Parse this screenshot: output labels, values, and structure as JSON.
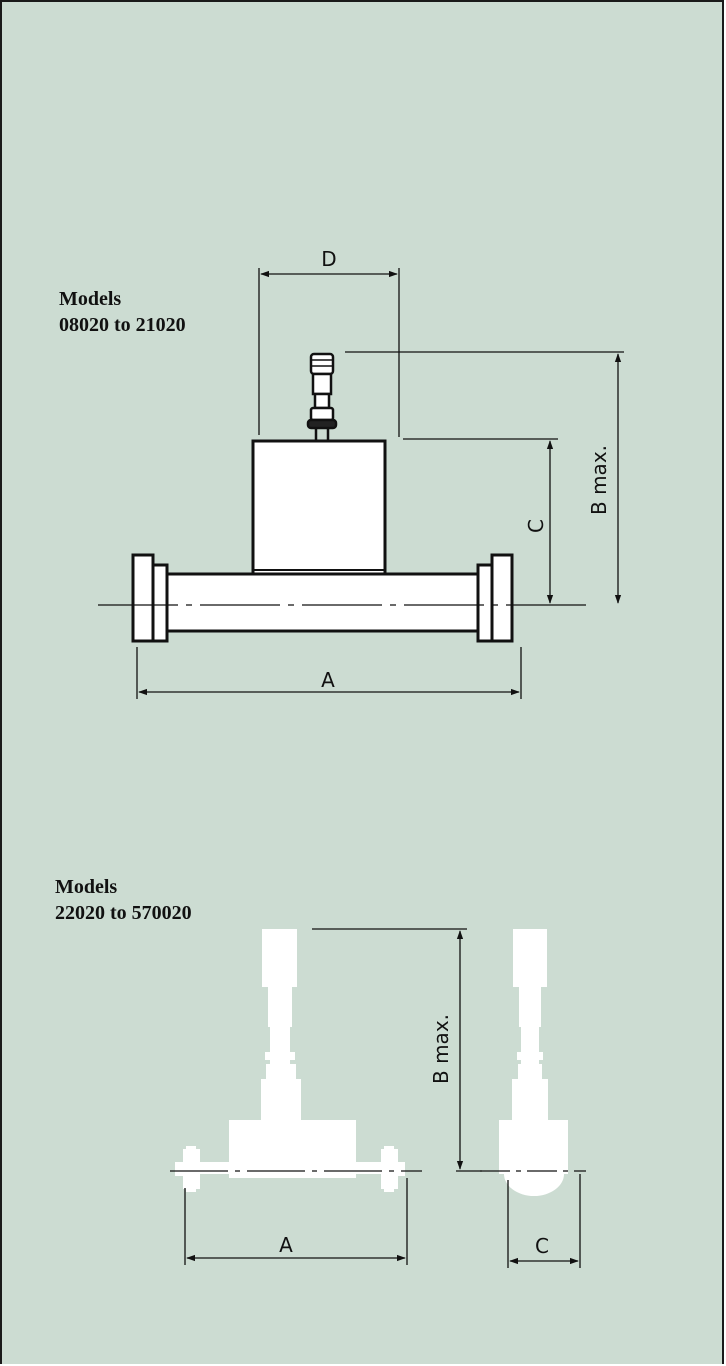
{
  "top_section": {
    "title_line1": "Models",
    "title_line2": "08020 to 21020",
    "dimensions": {
      "d": "D",
      "b": "B max.",
      "c": "C",
      "a": "A"
    }
  },
  "bottom_section": {
    "title_line1": "Models",
    "title_line2": "22020 to 570020",
    "dimensions": {
      "b": "B max.",
      "a": "A",
      "c": "C"
    }
  },
  "colors": {
    "background": "#ccdcd2",
    "frame": "#1a1a1a",
    "line": "#111111",
    "silhouette": "#ffffff"
  }
}
